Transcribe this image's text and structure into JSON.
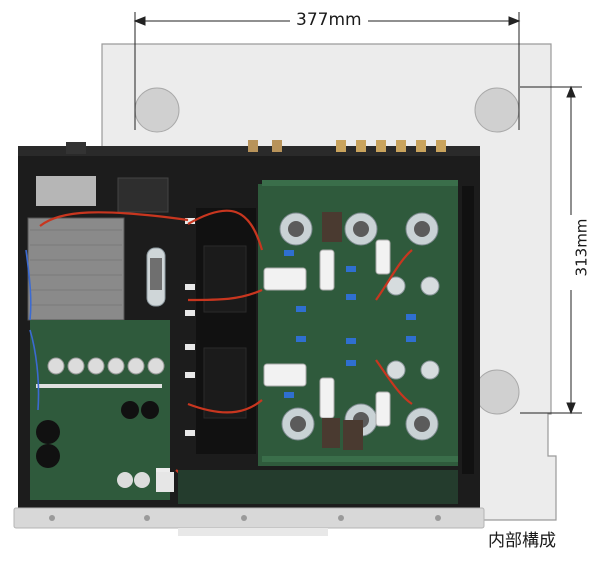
{
  "dimensions": {
    "width_label": "377mm",
    "depth_label": "313mm"
  },
  "caption": "内部構成",
  "colors": {
    "chassis": "#1c1c1c",
    "pcb_green": "#2f5a3c",
    "transformer": "#8a8a8a",
    "heatsink": "#111111",
    "front_panel": "#d8d8d8",
    "outline_fill": "#ececec",
    "outline_stroke": "#9a9a9a",
    "wire_red": "#c8361f",
    "dimension_line": "#222222"
  },
  "icons": {
    "tube": "vacuum-tube-icon",
    "capacitor": "capacitor-icon",
    "foot": "chassis-foot-icon"
  }
}
